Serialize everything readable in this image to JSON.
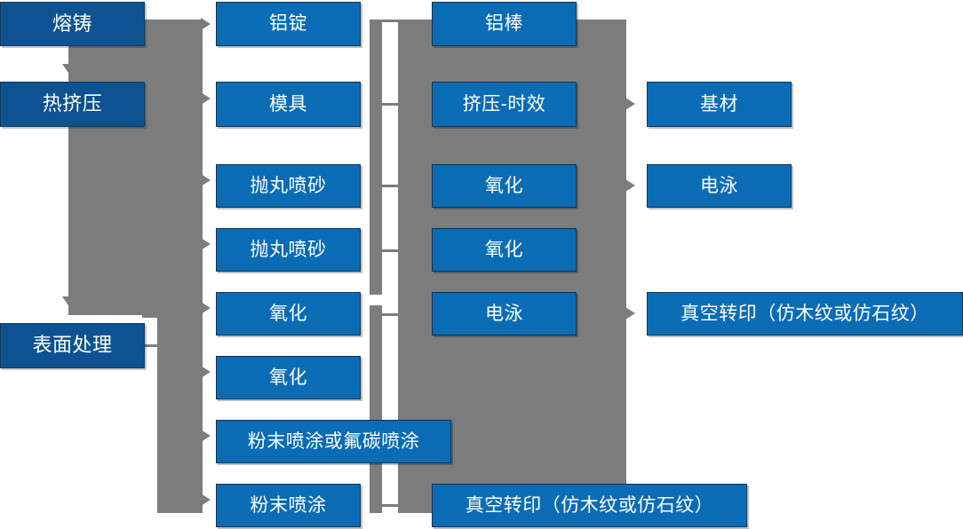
{
  "diagram": {
    "title_text": "",
    "colors": {
      "stage_box": "#0E5391",
      "process_box": "#0B6CB6",
      "connector_gray": "#7C7C7C",
      "box_border": "#13344F",
      "text": "#FFFFFF",
      "background": "#FFFFFF"
    },
    "columns": {
      "stages": {
        "name": "stage-column",
        "items": [
          {
            "id": "stage-melting-casting",
            "label": "熔铸"
          },
          {
            "id": "stage-hot-extrusion",
            "label": "热挤压"
          },
          {
            "id": "stage-surface-treatment",
            "label": "表面处理"
          }
        ]
      },
      "inputs": {
        "name": "input-column",
        "items": [
          {
            "id": "input-aluminum-ingot",
            "label": "铝锭"
          },
          {
            "id": "input-mould",
            "label": "模具"
          },
          {
            "id": "input-shot-blasting-1",
            "label": "抛丸喷砂"
          },
          {
            "id": "input-shot-blasting-2",
            "label": "抛丸喷砂"
          },
          {
            "id": "input-oxidation-1",
            "label": "氧化"
          },
          {
            "id": "input-oxidation-2",
            "label": "氧化"
          },
          {
            "id": "input-powder-or-fluorocarbon-coating",
            "label": "粉末喷涂或氟碳喷涂"
          },
          {
            "id": "input-powder-coating",
            "label": "粉末喷涂"
          }
        ]
      },
      "processes": {
        "name": "process-column",
        "items": [
          {
            "id": "process-aluminum-bar",
            "label": "铝棒"
          },
          {
            "id": "process-extrusion-aging",
            "label": "挤压-时效"
          },
          {
            "id": "process-oxidation-1",
            "label": "氧化"
          },
          {
            "id": "process-oxidation-2",
            "label": "氧化"
          },
          {
            "id": "process-electrophoresis",
            "label": "电泳"
          },
          {
            "id": "process-vacuum-transfer",
            "label": "真空转印（仿木纹或仿石纹）"
          }
        ]
      },
      "outputs": {
        "name": "output-column",
        "items": [
          {
            "id": "output-base-material",
            "label": "基材"
          },
          {
            "id": "output-electrophoresis",
            "label": "电泳"
          },
          {
            "id": "output-vacuum-transfer",
            "label": "真空转印（仿木纹或仿石纹）"
          }
        ]
      }
    }
  }
}
